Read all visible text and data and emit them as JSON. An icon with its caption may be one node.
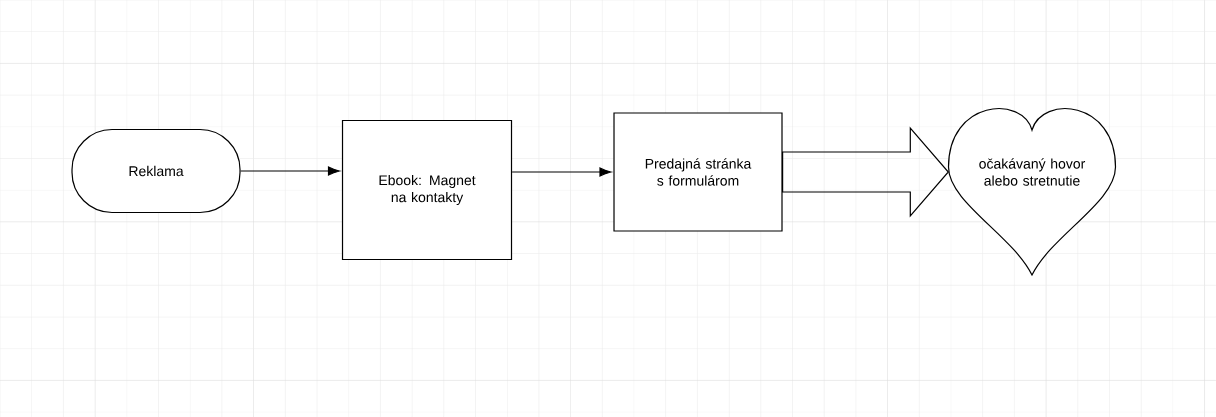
{
  "diagram": {
    "nodes": [
      {
        "text": [
          "Reklama"
        ]
      },
      {
        "text": [
          "Ebook: Magnet na kontakty"
        ]
      },
      {
        "text": [
          "Predajná stránka s formulárom"
        ]
      },
      {
        "text": [
          "očakávaný hovor alebo stretnutie"
        ]
      }
    ],
    "edges": [
      {
        "from": 0,
        "to": 1,
        "arrow": "to"
      },
      {
        "from": 1,
        "to": 2,
        "arrow": "to"
      },
      {
        "from": 2,
        "to": 3,
        "arrow": "to",
        "style": "thick"
      }
    ]
  }
}
